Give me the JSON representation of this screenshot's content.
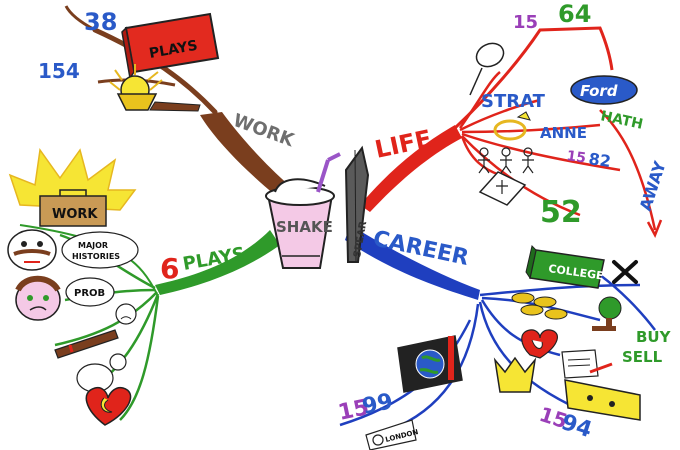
{
  "center": {
    "cup_label": "SHAKE",
    "pen_label": "SPEAR"
  },
  "branches": {
    "work": {
      "label": "WORK",
      "color": "#7a3e1e",
      "plays_count": "38",
      "book_label": "PLAYS",
      "work_count": "154"
    },
    "life": {
      "label": "LIFE",
      "color": "#e0241b",
      "birth_prefix": "15",
      "birth_suffix": "64",
      "strat": "STRAT",
      "ford": "Ford",
      "anne": "ANNE",
      "hath": "HATH",
      "marriage_prefix": "15",
      "marriage_suffix": "82",
      "death_age": "52",
      "away": "AWAY"
    },
    "career": {
      "label": "CAREER",
      "color": "#1f3fbf",
      "college": "COLLEGE",
      "buy": "BUY",
      "sell": "SELL",
      "london_prefix": "15",
      "london_suffix": "99",
      "london": "LONDON",
      "company_prefix": "15",
      "company_suffix": "94"
    },
    "plays": {
      "label_num": "6",
      "label": "PLAYS",
      "color": "#2f9a2a",
      "sun_box": "WORK",
      "major": "MAJOR",
      "histories": "HISTORIES",
      "prob": "PROB"
    }
  }
}
